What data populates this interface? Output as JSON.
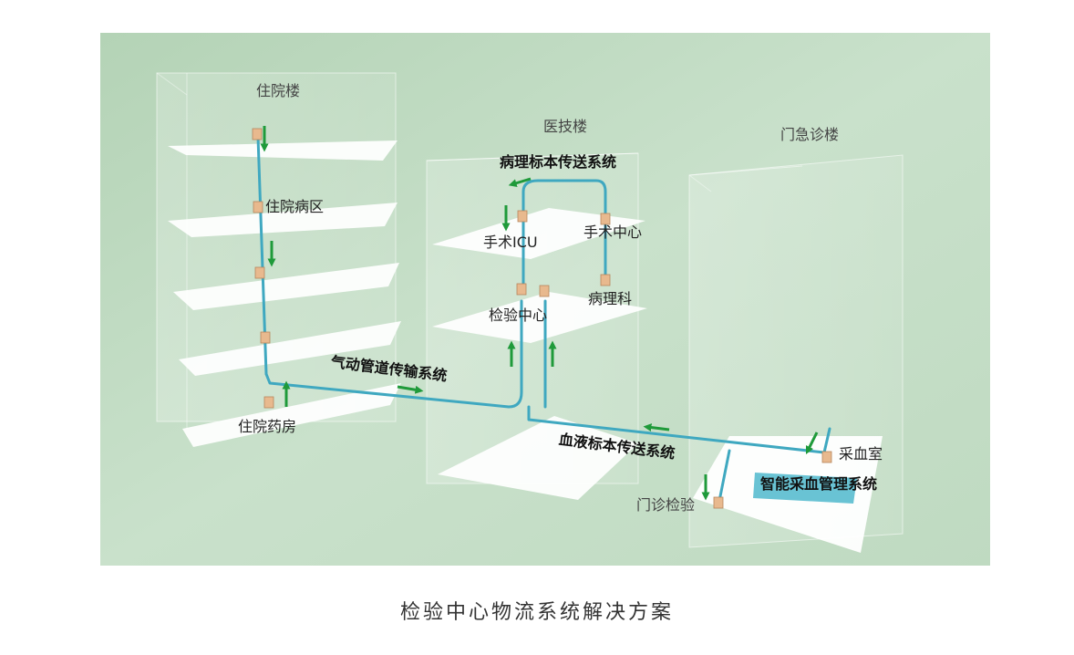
{
  "buildings": {
    "inpatient": "住院楼",
    "medtech": "医技楼",
    "outpatient": "门急诊楼"
  },
  "departments": {
    "ward": "住院病区",
    "pharmacy": "住院药房",
    "icu": "手术ICU",
    "surgery": "手术中心",
    "lab": "检验中心",
    "pathology": "病理科",
    "blood_room": "采血室",
    "clinic_lab": "门诊检验"
  },
  "systems": {
    "pathology_transport": "病理标本传送系统",
    "pneumatic": "气动管道传输系统",
    "blood_transport": "血液标本传送系统",
    "smart_blood": "智能采血管理系统"
  },
  "caption": "检验中心物流系统解决方案",
  "colors": {
    "background": "#c4dcc6",
    "pipe": "#3fa8c0",
    "arrow": "#1f9a3a",
    "station": "#e8b98e",
    "floor": "#ffffff"
  }
}
